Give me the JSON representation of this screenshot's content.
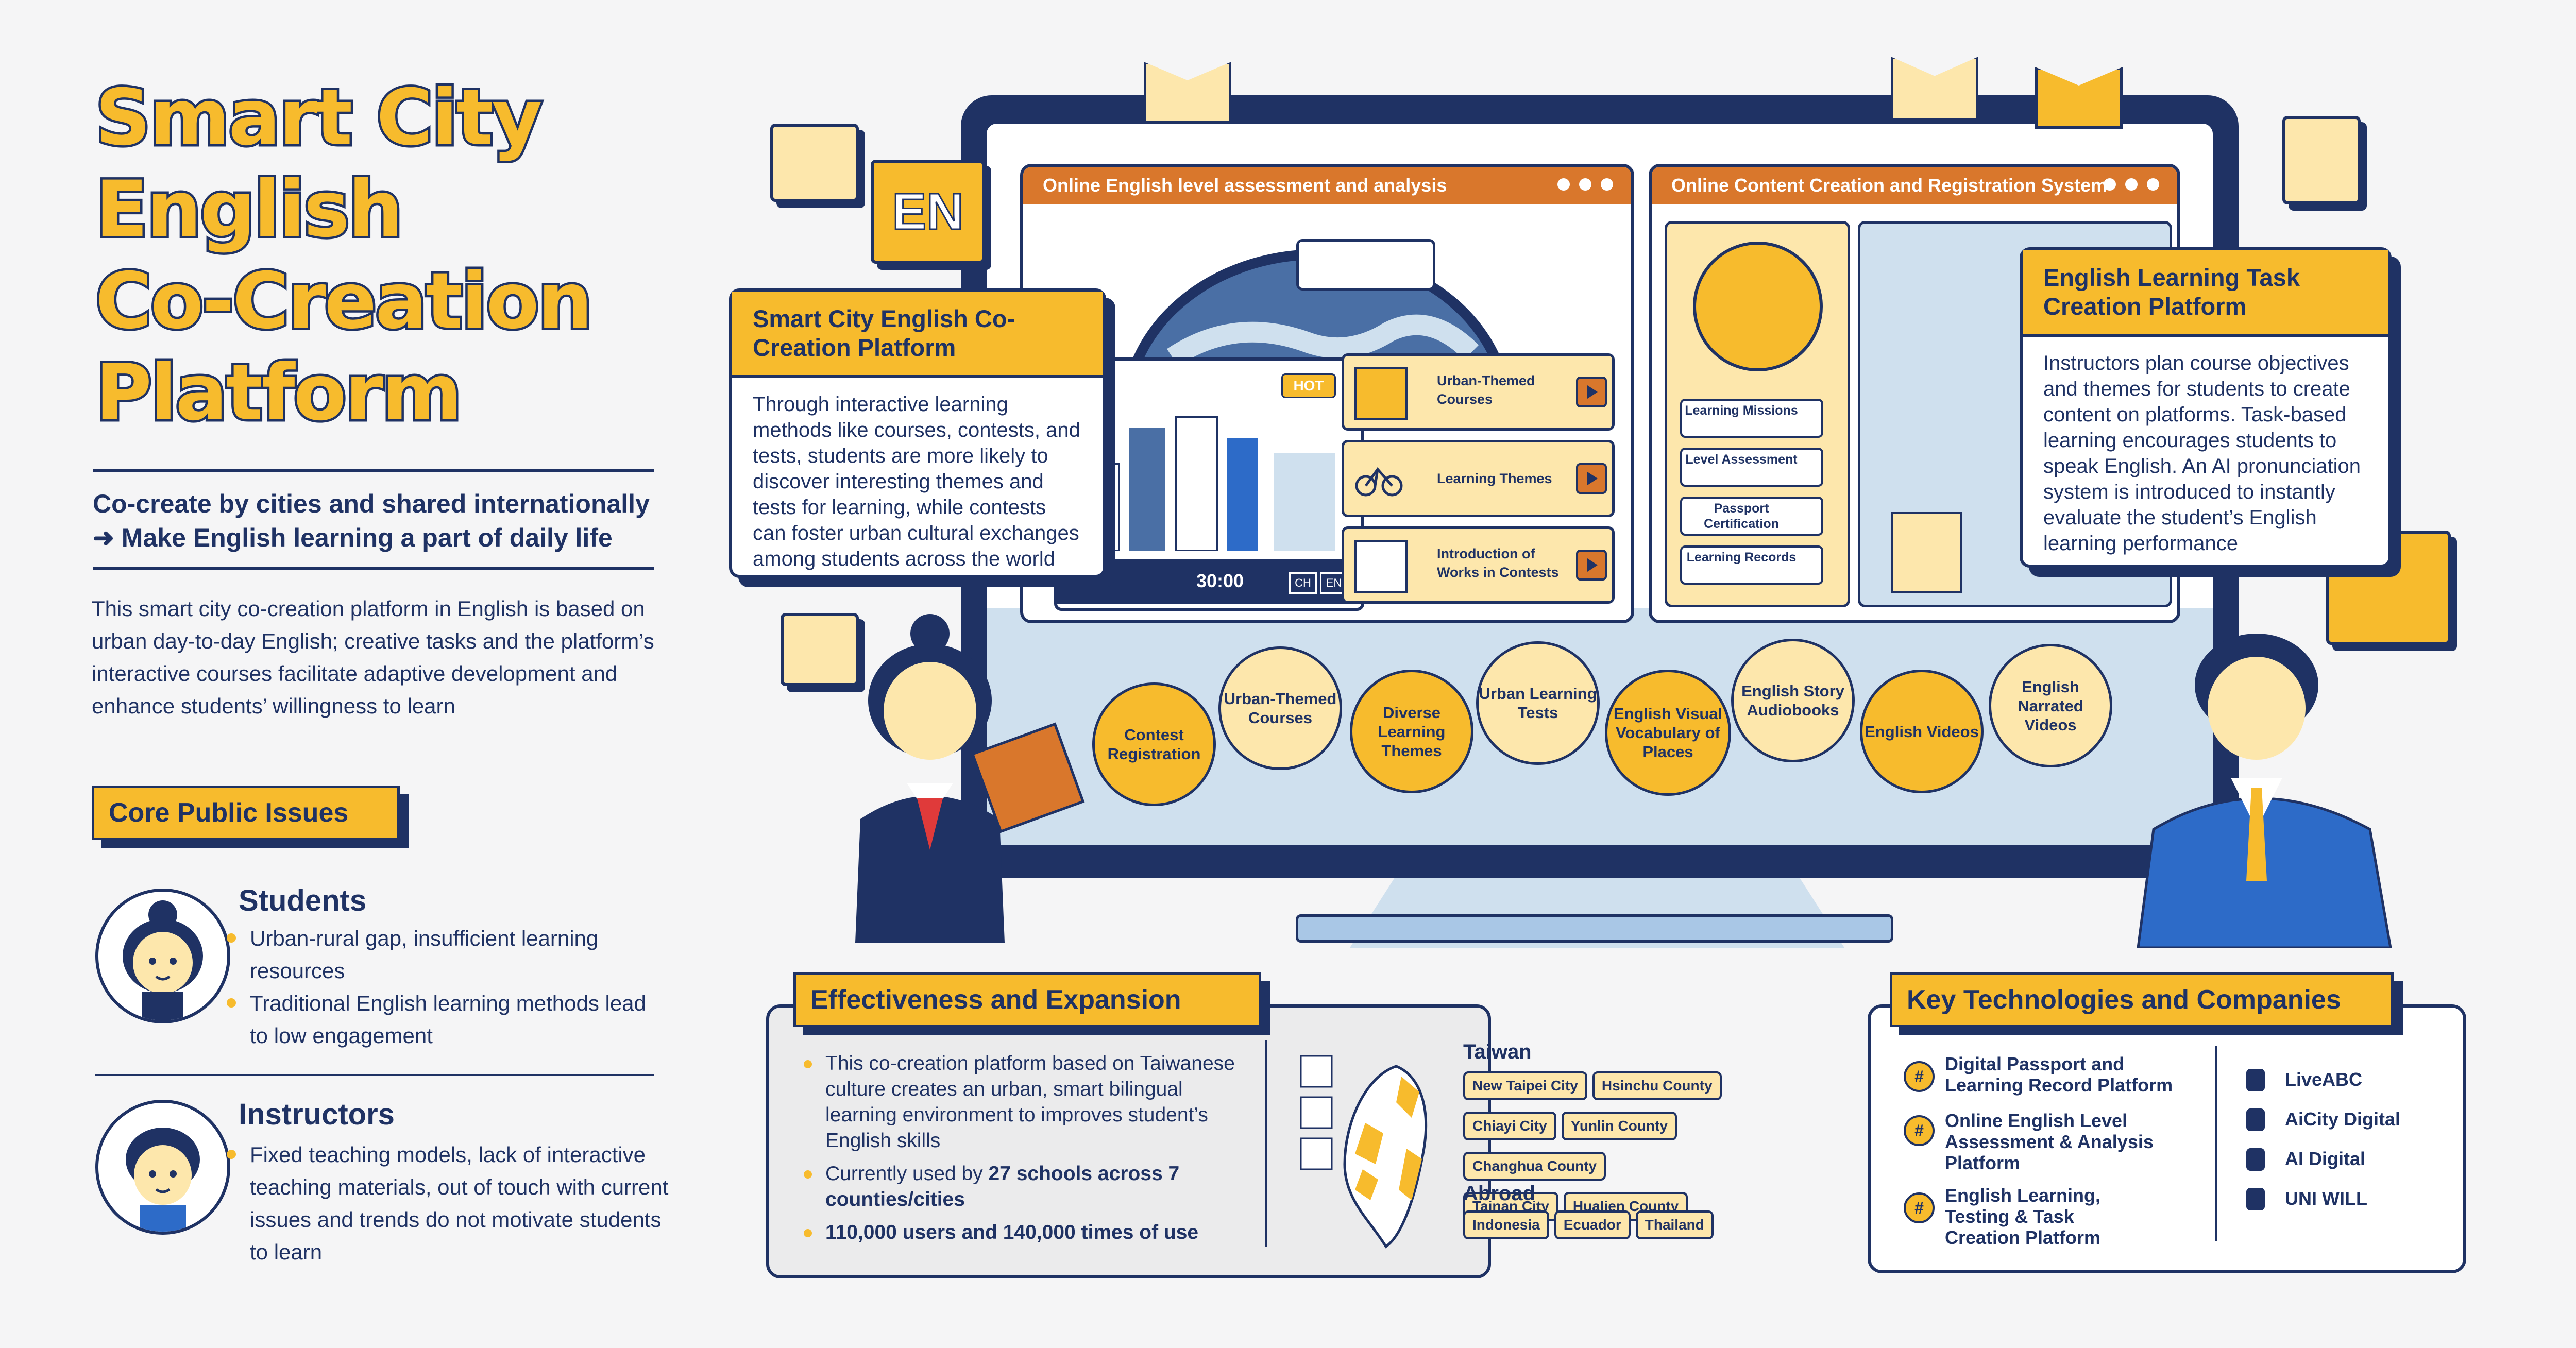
{
  "title": {
    "line1": "Smart City",
    "line2": "English",
    "line3": "Co-Creation",
    "line4": "Platform"
  },
  "tagline": {
    "line1": "Co-create by cities and shared internationally",
    "line2": "Make English learning a part of daily life"
  },
  "intro": "This smart city co-creation platform in English is based on urban day-to-day English; creative tasks and the platform’s interactive courses facilitate adaptive development and enhance students’ willingness to learn",
  "core_issues": {
    "label": "Core Public Issues",
    "students": {
      "title": "Students",
      "points": [
        "Urban-rural gap, insufficient learning resources",
        "Traditional English learning methods lead to low engagement"
      ]
    },
    "instructors": {
      "title": "Instructors",
      "points": [
        "Fixed teaching models, lack of interactive teaching materials, out of touch with current issues and trends do not motivate students to learn"
      ]
    }
  },
  "en_badge": "EN",
  "panel_left": {
    "title": "Online English level assessment and analysis",
    "hot": "HOT",
    "timer": "30:00",
    "lang1": "CH",
    "lang2": "EN",
    "features": [
      "Urban-Themed Courses",
      "Learning Themes",
      "Introduction of Works in Contests"
    ]
  },
  "panel_right": {
    "title": "Online Content Creation and Registration System",
    "menu": [
      "Learning Missions",
      "Level Assessment",
      "Passport Certification",
      "Learning Records"
    ]
  },
  "card_left": {
    "title": "Smart City English Co-Creation Platform",
    "body": "Through interactive learning methods like courses, contests, and tests, students are more likely to discover interesting themes and tests for learning, while contests can foster urban cultural exchanges among students across the world"
  },
  "card_right": {
    "title": "English Learning Task Creation Platform",
    "body": "Instructors plan course objectives and themes for students to create content on platforms. Task-based learning encourages students to speak English. An AI pronunciation system is introduced to instantly evaluate the student’s English learning performance"
  },
  "circles": [
    "Contest Registration",
    "Urban-Themed Courses",
    "Diverse Learning Themes",
    "Urban Learning Tests",
    "English Visual Vocabulary of Places",
    "English Story Audiobooks",
    "English Videos",
    "English Narrated Videos"
  ],
  "effectiveness": {
    "label": "Effectiveness and Expansion",
    "p1": "This co-creation platform based on Taiwanese culture creates an urban, smart bilingual learning environment to improves student’s English skills",
    "p2_pre": "Currently used by ",
    "p2_bold": "27 schools across 7 counties/cities",
    "p3": "110,000 users and 140,000 times of use",
    "taiwan_label": "Taiwan",
    "taiwan": [
      "New Taipei City",
      "Hsinchu County",
      "Chiayi City",
      "Yunlin County",
      "Changhua County",
      "Tainan City",
      "Hualien County"
    ],
    "abroad_label": "Abroad",
    "abroad": [
      "Indonesia",
      "Ecuador",
      "Thailand"
    ]
  },
  "tech": {
    "label": "Key Technologies and Companies",
    "items": [
      "Digital Passport and Learning Record Platform",
      "Online English Level Assessment & Analysis Platform",
      "English Learning, Testing & Task Creation Platform"
    ],
    "companies": [
      "LiveABC",
      "AiCity Digital",
      "AI Digital",
      "UNI WILL"
    ]
  },
  "colors": {
    "navy": "#1f3264",
    "yellow": "#f7bb2d",
    "orange": "#d9772c",
    "cream": "#fde7ac",
    "light_blue": "#cfe0ee"
  }
}
